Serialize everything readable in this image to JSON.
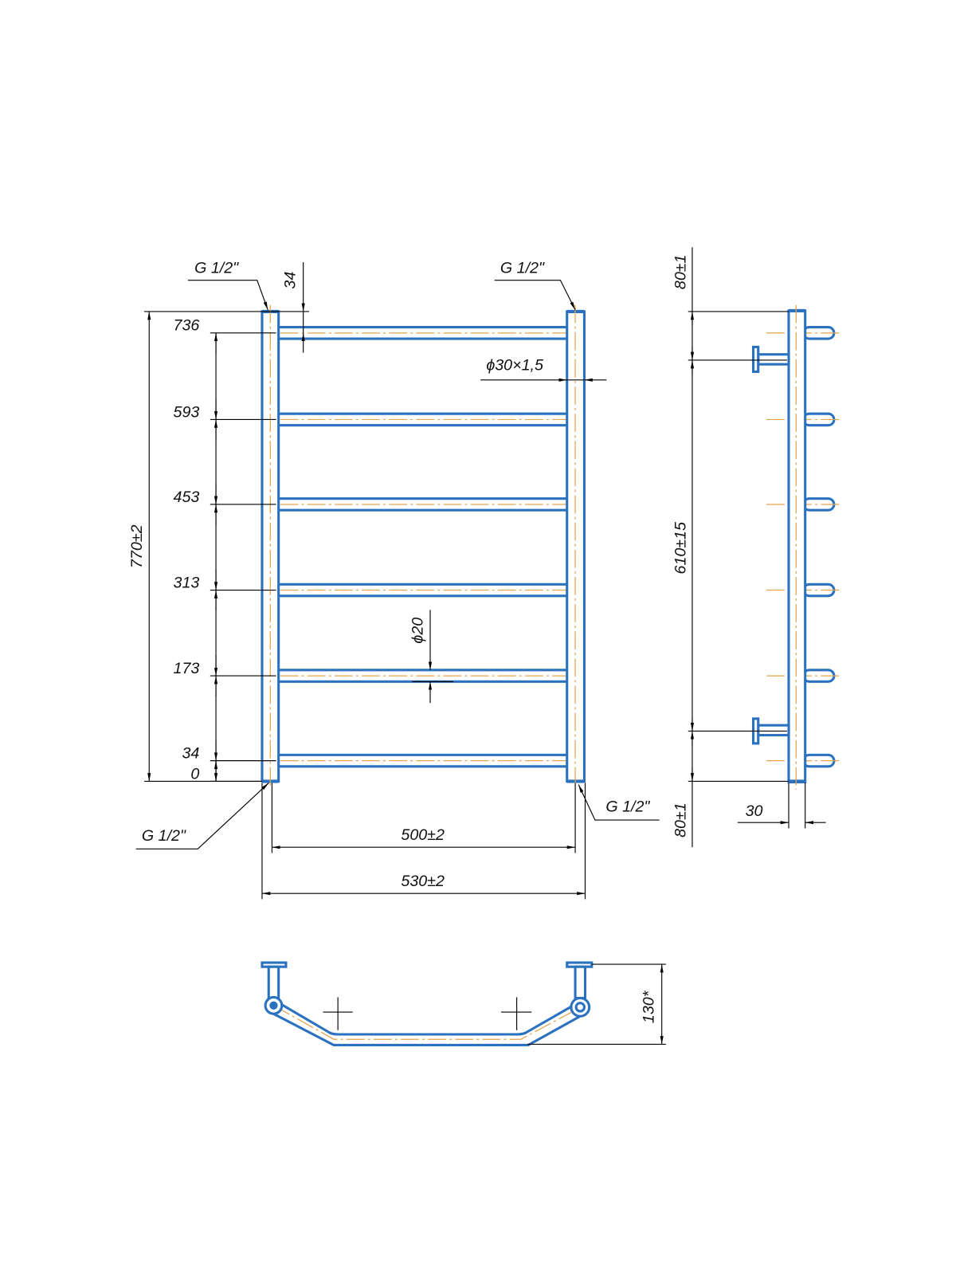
{
  "drawing": {
    "title": "Towel warmer technical drawing",
    "colors": {
      "outline": "#2a72c0",
      "centerline": "#e3a44a",
      "dimension": "#000000"
    },
    "front_view": {
      "thread_labels": [
        "G 1/2\"",
        "G 1/2\"",
        "G 1/2\"",
        "G 1/2\""
      ],
      "rail_heights": [
        "736",
        "593",
        "453",
        "313",
        "173",
        "34",
        "0"
      ],
      "top_offset": "34",
      "overall_height": "770±2",
      "riser_pipe": "ϕ30×1,5",
      "rail_pipe": "ϕ20",
      "center_distance": "500±2",
      "overall_width": "530±2"
    },
    "side_view": {
      "top_offset": "80±1",
      "bracket_distance": "610±15",
      "bottom_offset": "80±1",
      "depth": "30"
    },
    "top_view": {
      "wall_distance": "130*"
    }
  }
}
